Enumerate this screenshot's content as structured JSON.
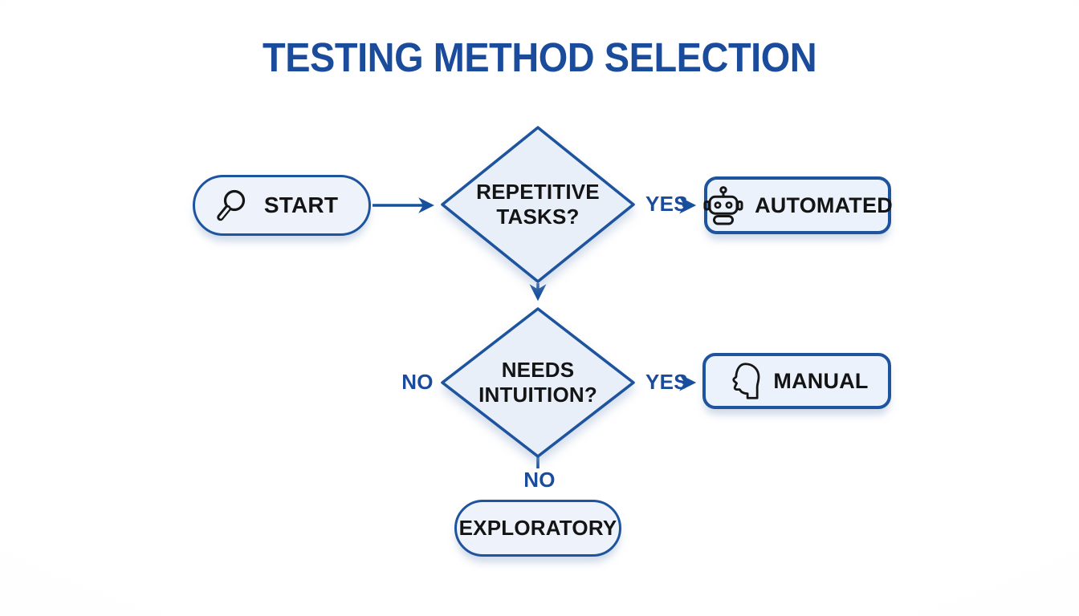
{
  "title": "TESTING METHOD SELECTION",
  "colors": {
    "accent_blue": "#1b4c9c",
    "node_border_blue": "#1e549e",
    "node_fill": "#edf2fb",
    "diamond_fill": "#e9eff9",
    "text_dark": "#141414",
    "background": "#fdfdfe"
  },
  "nodes": {
    "start": {
      "type": "terminator",
      "label": "START",
      "icon": "magnifier-icon"
    },
    "decision1": {
      "type": "decision",
      "line1": "REPETITIVE",
      "line2": "TASKS?"
    },
    "automated": {
      "type": "process",
      "label": "AUTOMATED",
      "icon": "robot-icon"
    },
    "decision2": {
      "type": "decision",
      "line1": "NEEDS",
      "line2": "INTUITION?"
    },
    "manual": {
      "type": "process",
      "label": "MANUAL",
      "icon": "head-profile-icon"
    },
    "exploratory": {
      "type": "terminator",
      "label": "EXPLORATORY"
    }
  },
  "edges": {
    "yes1": {
      "label": "YES"
    },
    "yes2": {
      "label": "YES"
    },
    "no_left": {
      "label": "NO"
    },
    "no_bottom": {
      "label": "NO"
    }
  }
}
